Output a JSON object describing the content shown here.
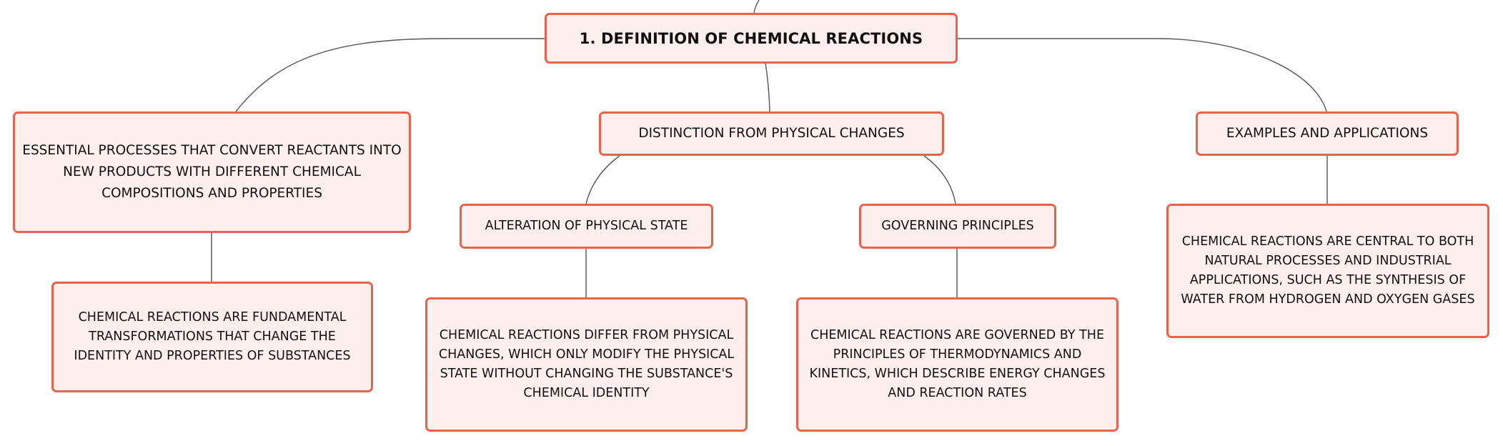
{
  "colors": {
    "node_fill": "#fdf0ec",
    "node_border": "#e8624c",
    "connector": "#555555"
  },
  "root": {
    "label": "1. DEFINITION OF CHEMICAL REACTIONS"
  },
  "branches": {
    "essential": {
      "label": "ESSENTIAL PROCESSES THAT CONVERT REACTANTS INTO NEW PRODUCTS WITH DIFFERENT CHEMICAL COMPOSITIONS AND PROPERTIES",
      "child": "CHEMICAL REACTIONS ARE FUNDAMENTAL TRANSFORMATIONS THAT CHANGE THE IDENTITY AND PROPERTIES OF SUBSTANCES"
    },
    "distinction": {
      "label": "DISTINCTION FROM PHYSICAL CHANGES",
      "alteration": {
        "label": "ALTERATION OF PHYSICAL STATE",
        "child": "CHEMICAL REACTIONS DIFFER FROM PHYSICAL CHANGES, WHICH ONLY MODIFY THE PHYSICAL STATE WITHOUT CHANGING THE SUBSTANCE'S CHEMICAL IDENTITY"
      },
      "governing": {
        "label": "GOVERNING PRINCIPLES",
        "child": "CHEMICAL REACTIONS ARE GOVERNED BY THE PRINCIPLES OF THERMODYNAMICS AND KINETICS, WHICH DESCRIBE ENERGY CHANGES AND REACTION RATES"
      }
    },
    "examples": {
      "label": "EXAMPLES AND APPLICATIONS",
      "child": "CHEMICAL REACTIONS ARE CENTRAL TO BOTH NATURAL PROCESSES AND INDUSTRIAL APPLICATIONS, SUCH AS THE SYNTHESIS OF WATER FROM HYDROGEN AND OXYGEN GASES"
    }
  }
}
